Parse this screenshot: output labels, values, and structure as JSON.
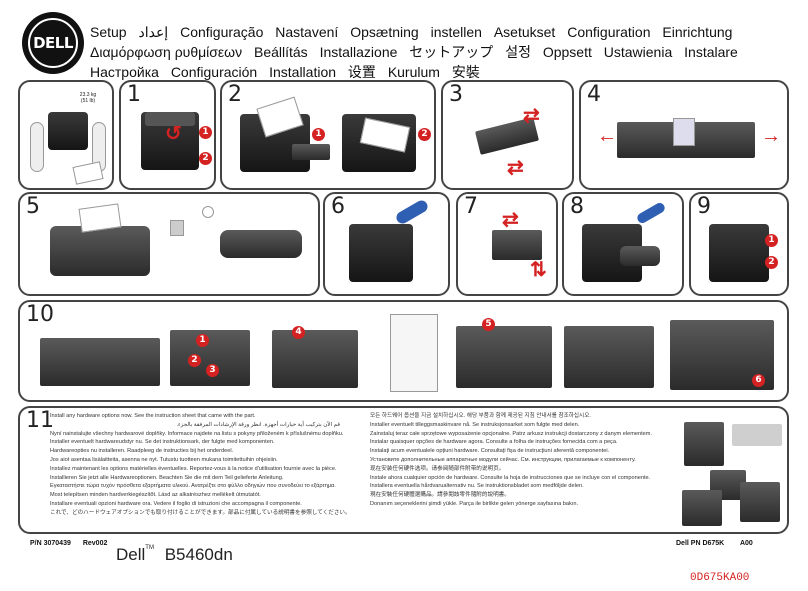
{
  "logo": {
    "text": "DELL"
  },
  "titles": [
    "Setup",
    "إعداد",
    "Configuração",
    "Nastavení",
    "Opsætning",
    "instellen",
    "Asetukset",
    "Configuration",
    "Einrichtung",
    "Διαμόρφωση ρυθμίσεων",
    "Beállítás",
    "Installazione",
    "セットアップ",
    "설정",
    "Oppsett",
    "Ustawienia",
    "Instalare",
    "Настройка",
    "Configuración",
    "Installation",
    "设置",
    "Kurulum",
    "安裝"
  ],
  "steps": {
    "s1": "1",
    "s2": "2",
    "s3": "3",
    "s4": "4",
    "s5": "5",
    "s6": "6",
    "s7": "7",
    "s8": "8",
    "s9": "9",
    "s10": "10",
    "s11": "11"
  },
  "weight_label": "23.3 kg\n(51 lb)",
  "callouts": {
    "c1": "1",
    "c2": "2",
    "c3": "3",
    "c4": "4",
    "c5": "5",
    "c6": "6"
  },
  "instructions_left": [
    "Install any hardware options now. See the instruction sheet that came with the part.",
    "قم الآن بتركيب أية خيارات أجهزة. انظر ورقة الإرشادات المرفقة بالجزء.",
    "Nyní nainstalujte všechny hardwarové doplňky. Informace najdete na listu s pokyny přiloženém k příslušnému doplňku.",
    "Installer eventuelt hardwareudstyr nu. Se det instruktionsark, der fulgte med komponenten.",
    "Hardwareopties nu installeren. Raadpleeg de instructies bij het onderdeel.",
    "Jos aiot asentaa lisälaitteita, asenna ne nyt. Tutustu tuotteen mukana toimitettuihin ohjeisiin.",
    "Installez maintenant les options matérielles éventuelles. Reportez-vous à la notice d'utilisation fournie avec la pièce.",
    "Installieren Sie jetzt alle Hardwareoptionen. Beachten Sie die mit dem Teil gelieferte Anleitung.",
    "Εγκαταστήστε τώρα τυχόν πρόσθετα εξαρτήματα υλικού. Ανατρέξτε στο φύλλο οδηγιών που συνοδεύει το εξάρτημα.",
    "Most telepítsen minden hardverkiegészítőt. Lásd az alkatrészhez mellékelt útmutatót.",
    "Installare eventuali opzioni hardware ora. Vedere il foglio di istruzioni che accompagna il componente.",
    "これで、どのハードウェアオプションでも取り付けることができます。部品に付属している説明書を参照してください。"
  ],
  "instructions_right": [
    "모든 하드웨어 옵션을 지금 설치하십시오. 해당 부품과 함께 제공된 지침 안내서를 참조하십시오.",
    "Installer eventuelt tilleggsmaskinvare nå. Se instruksjonsarket som fulgte med delen.",
    "Zainstaluj teraz całe sprzętowe wyposażenie opcjonalne. Patrz arkusz instrukcji dostarczony z danym elementem.",
    "Instalar quaisquer opções de hardware agora. Consulte a folha de instruções fornecida com a peça.",
    "Instalaţi acum eventualele opţiuni hardware. Consultaţi fişa de instrucţiuni aferentă componentei.",
    "Установите дополнительные аппаратные модули сейчас. См. инструкции, прилагаемые к компоненту.",
    "现在安装任何硬件选项。请参阅随部件附带的说明页。",
    "Instale ahora cualquier opción de hardware. Consulte la hoja de instrucciones que se incluye con el componente.",
    "Installera eventuella hårdvarualternativ nu. Se instruktionsbladet som medföljde delen.",
    "現在安裝任何硬體選購品。請參閱該零件隨附的說明書。",
    "Donanım seçeneklerini şimdi yükle. Parça ile birlikte gelen yönerge sayfasına bakın."
  ],
  "footer": {
    "pn": "P/N 3070439",
    "rev": "Rev002",
    "brand": "Dell",
    "tm": "TM",
    "model": "B5460dn",
    "dell_pn": "Dell PN D675K",
    "a00": "A00",
    "barcode": "0D675KA00"
  },
  "colors": {
    "accent": "#d42222",
    "blue": "#2f5fb3",
    "border": "#444444"
  }
}
